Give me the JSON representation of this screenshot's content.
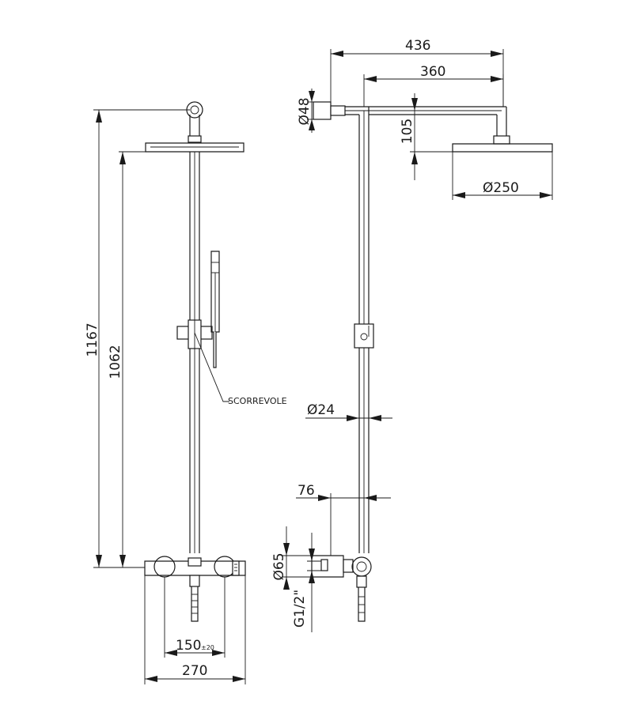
{
  "dimensions": {
    "overall_height": "1167",
    "head_height": "1062",
    "slider_label": "SCORREVOLE",
    "centers": "150",
    "centers_tolerance": "±20",
    "width_mixer": "270",
    "arm_total": "436",
    "arm_reach": "360",
    "wall_bracket_diameter": "Ø48",
    "head_drop": "105",
    "head_diameter": "Ø250",
    "riser_diameter": "Ø24",
    "mixer_offset": "76",
    "outlet_diameter": "Ø65",
    "thread": "G1/2\""
  }
}
